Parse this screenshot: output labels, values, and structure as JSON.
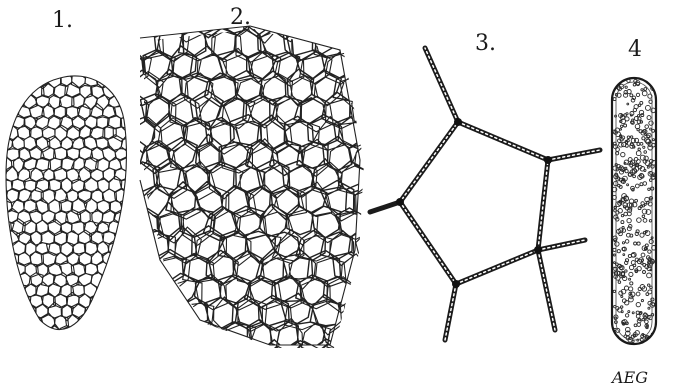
{
  "figures": [
    {
      "label": "1."
    },
    {
      "label": "2."
    },
    {
      "label": "3."
    },
    {
      "label": "4"
    }
  ],
  "signature": "AEG"
}
